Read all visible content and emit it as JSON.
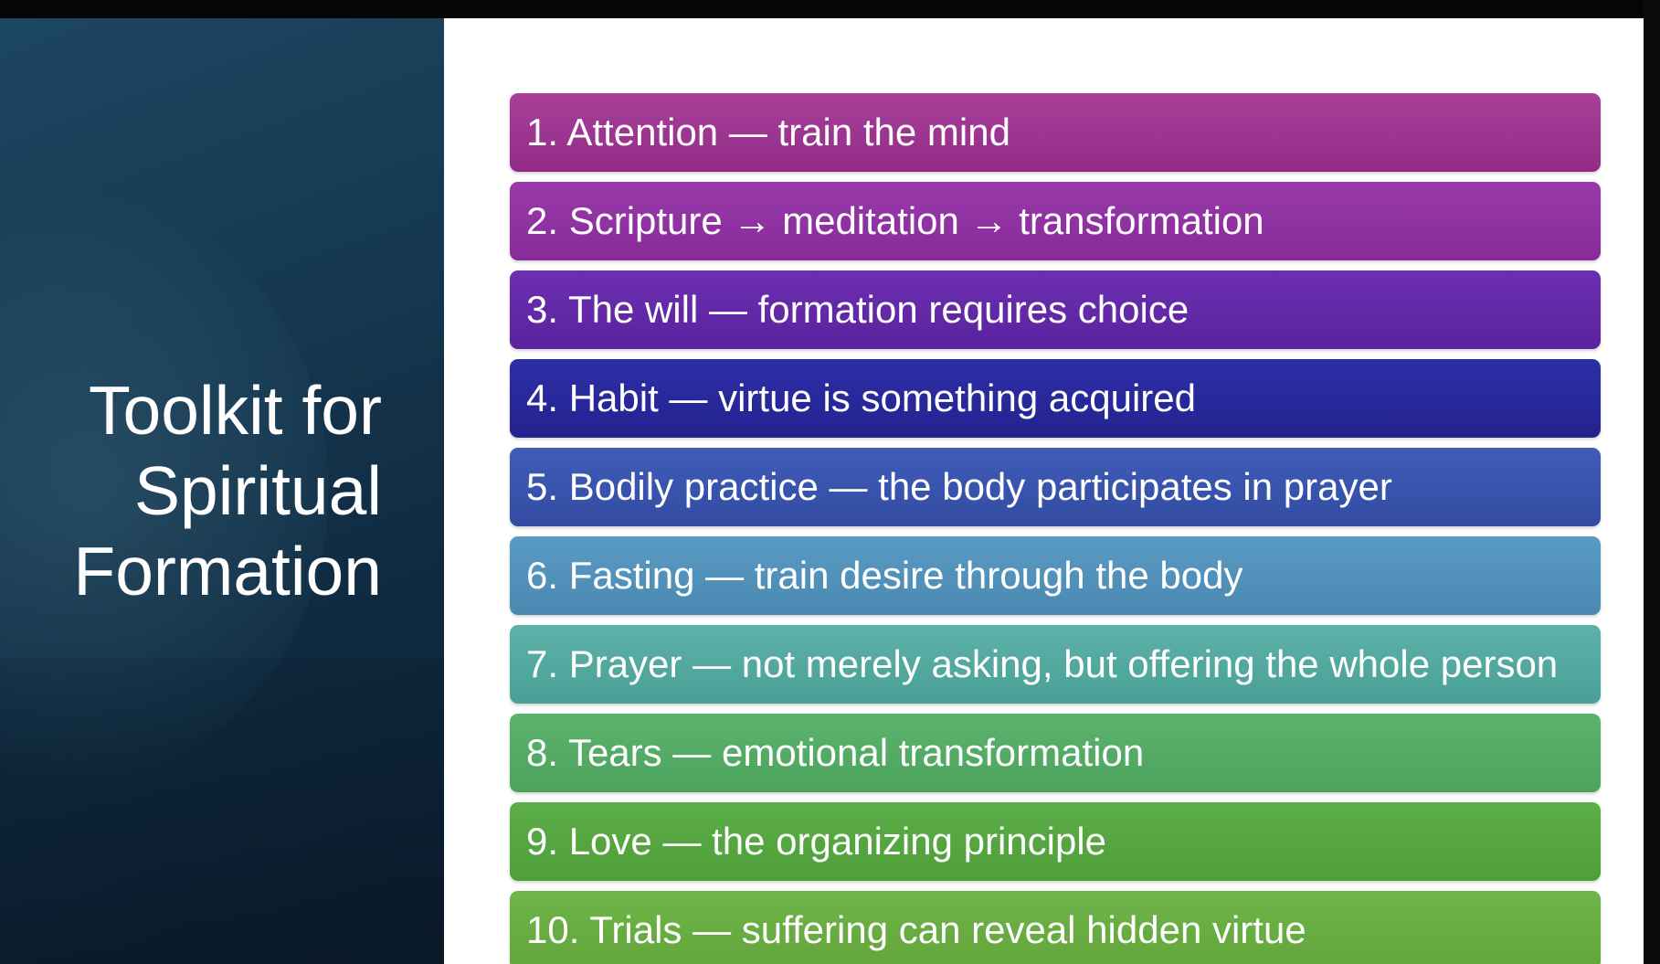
{
  "slide": {
    "title_lines": [
      "Toolkit for",
      "Spiritual",
      "Formation"
    ]
  },
  "items": [
    {
      "label": "1. Attention — train the mind",
      "color_top": "#a8409a",
      "color_bottom": "#922c86"
    },
    {
      "label": "2. Scripture → meditation → transformation",
      "color_top": "#9a3aaa",
      "color_bottom": "#872a9a"
    },
    {
      "label": "3. The will — formation requires choice",
      "color_top": "#6c2fb0",
      "color_bottom": "#5a229e"
    },
    {
      "label": "4. Habit — virtue is something acquired",
      "color_top": "#2e2fa8",
      "color_bottom": "#22228e"
    },
    {
      "label": "5. Bodily practice — the body participates in prayer",
      "color_top": "#3f5cb8",
      "color_bottom": "#334ca2"
    },
    {
      "label": "6. Fasting — train desire through the body",
      "color_top": "#5a9bc4",
      "color_bottom": "#4a88b0"
    },
    {
      "label": "7. Prayer — not merely asking, but offering the whole person",
      "color_top": "#5db1a8",
      "color_bottom": "#4aa096"
    },
    {
      "label": "8. Tears — emotional transformation",
      "color_top": "#5cb36e",
      "color_bottom": "#4ba35c"
    },
    {
      "label": "9. Love — the organizing principle",
      "color_top": "#5cae48",
      "color_bottom": "#4e9e3a"
    },
    {
      "label": "10. Trials — suffering can reveal hidden virtue",
      "color_top": "#6fb548",
      "color_bottom": "#62a53c"
    }
  ]
}
